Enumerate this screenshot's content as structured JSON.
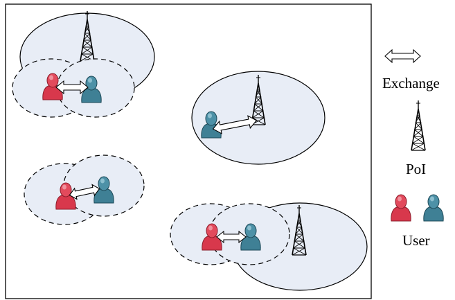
{
  "legend": {
    "exchange_label": "Exchange",
    "poi_label": "PoI",
    "user_label": "User"
  },
  "colors": {
    "coverage_fill": "#e8edf6",
    "area_stroke": "#000000",
    "user_red": "#d8384c",
    "user_teal": "#3f8095",
    "arrow_fill": "#ffffff"
  },
  "icons": {
    "poi": "cell-tower-icon",
    "exchange": "double-arrow-icon",
    "user": "user-person-icon"
  }
}
